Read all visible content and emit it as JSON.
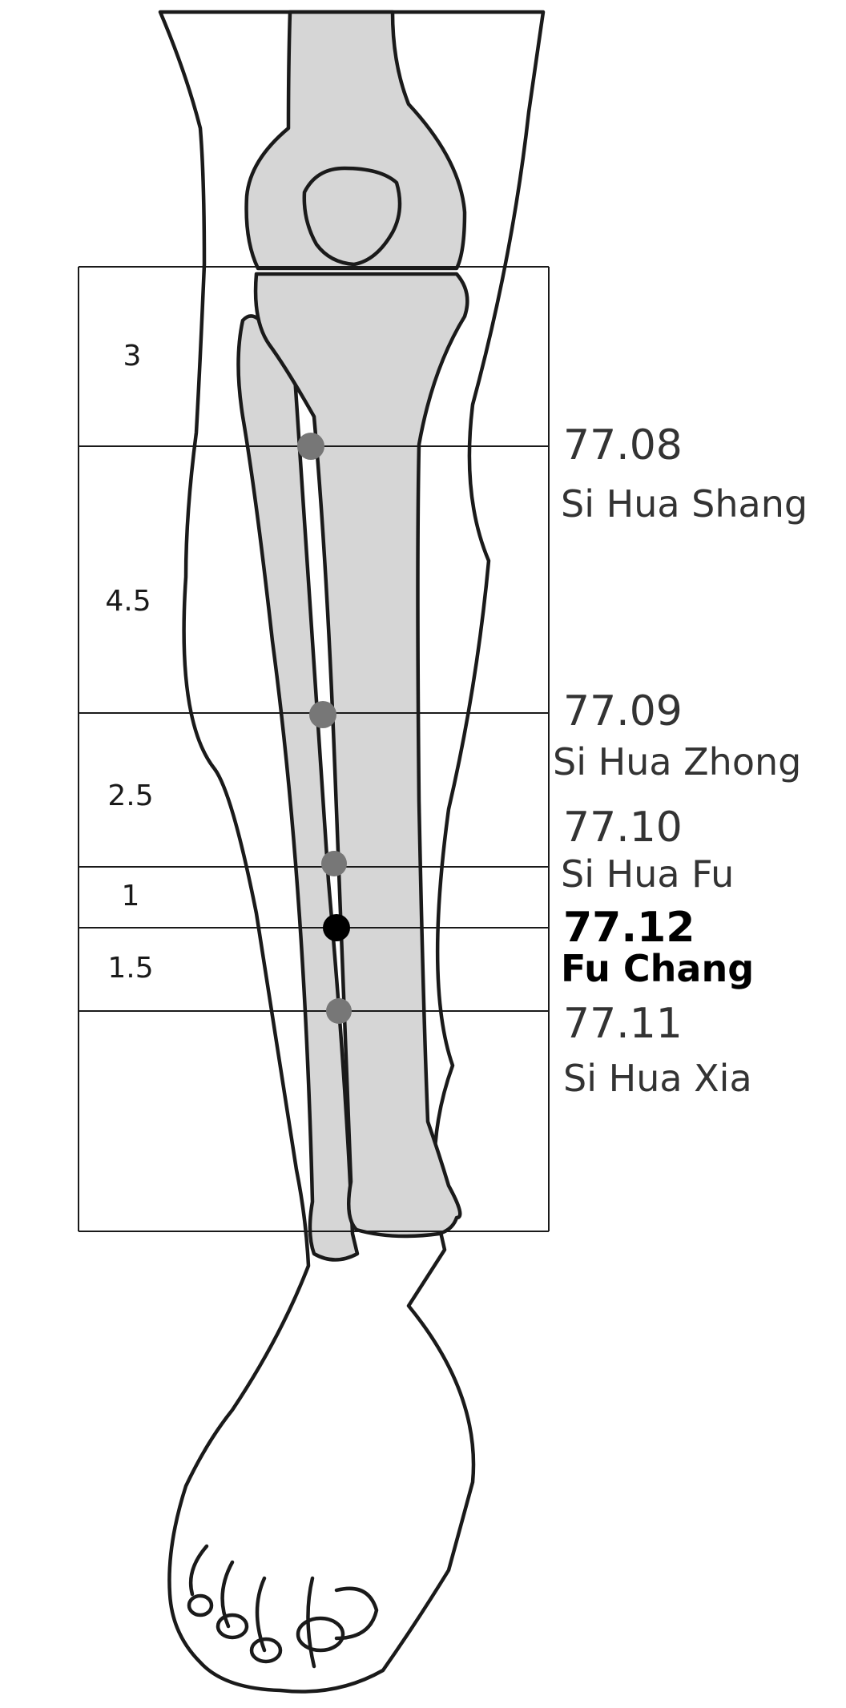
{
  "diagram": {
    "segments": [
      {
        "label": "3"
      },
      {
        "label": "4.5"
      },
      {
        "label": "2.5"
      },
      {
        "label": "1"
      },
      {
        "label": "1.5"
      }
    ],
    "points": [
      {
        "code": "77.08",
        "name": "Si Hua Shang",
        "color": "#777777",
        "highlight": false
      },
      {
        "code": "77.09",
        "name": "Si Hua Zhong",
        "color": "#777777",
        "highlight": false
      },
      {
        "code": "77.10",
        "name": "Si Hua Fu",
        "color": "#777777",
        "highlight": false
      },
      {
        "code": "77.12",
        "name": "Fu Chang",
        "color": "#000000",
        "highlight": true
      },
      {
        "code": "77.11",
        "name": "Si Hua Xia",
        "color": "#777777",
        "highlight": false
      }
    ],
    "colors": {
      "bone": "#d6d6d6",
      "outline": "#1a1a1a",
      "text": "#1a1a1a",
      "highlight_text": "#000000",
      "point_text": "#333333"
    }
  }
}
